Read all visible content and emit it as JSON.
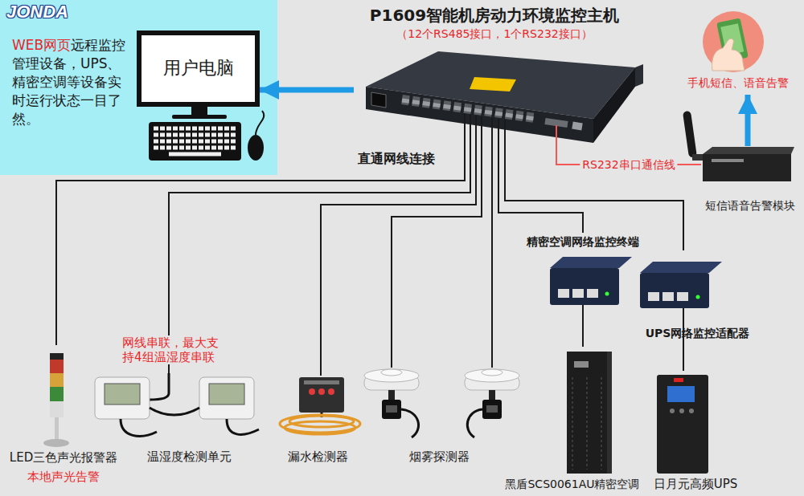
{
  "diagram": {
    "nodes": [
      {
        "text": [
          "WEB网页",
          "远程监控管理设备，UPS、精密空调等设备实时运行状态一目了然。"
        ]
      },
      {
        "text": [
          "用户电脑"
        ],
        "in": 0
      },
      {
        "text": [
          "P1609智能机房动力环境监控主机",
          "（12个RS485接口，1个RS232接口）"
        ]
      },
      {
        "text": [
          "手机短信、语音告警"
        ]
      },
      {
        "text": [
          "短信语音告警模块"
        ]
      },
      {
        "text": [
          "精密空调网络监控终端"
        ]
      },
      {
        "text": [
          "UPS网络监控适配器"
        ]
      },
      {
        "text": [
          "LED三色声光报警器",
          "本地声光告警"
        ]
      },
      {
        "text": [
          "温湿度检测单元"
        ]
      },
      {
        "text": [
          "漏水检测器"
        ]
      },
      {
        "text": [
          "烟雾探测器"
        ]
      },
      {
        "text": [
          "黑盾SCS0061AU精密空调"
        ]
      },
      {
        "text": [
          "日月元高频UPS"
        ]
      }
    ],
    "edges": [
      {
        "from": 2,
        "to": 1,
        "arrow": "to"
      },
      {
        "from": 4,
        "to": 3,
        "arrow": "to"
      },
      {
        "from": 2,
        "to": 4,
        "label": "RS232串口通信线",
        "arrow": "none"
      },
      {
        "from": 2,
        "to": 7,
        "arrow": "none"
      },
      {
        "from": 2,
        "to": 8,
        "arrow": "none"
      },
      {
        "from": 2,
        "to": 9,
        "arrow": "none"
      },
      {
        "from": 2,
        "to": 10,
        "arrow": "none"
      },
      {
        "from": 2,
        "to": 10,
        "arrow": "none"
      },
      {
        "from": 2,
        "to": 5,
        "arrow": "none"
      },
      {
        "from": 2,
        "to": 6,
        "arrow": "none"
      },
      {
        "from": 5,
        "to": 11,
        "arrow": "none"
      },
      {
        "from": 6,
        "to": 12,
        "arrow": "none"
      }
    ],
    "labels": [
      "JONDA",
      "直通网线连接",
      "网线串联，最大支持4组温湿度串联"
    ]
  }
}
